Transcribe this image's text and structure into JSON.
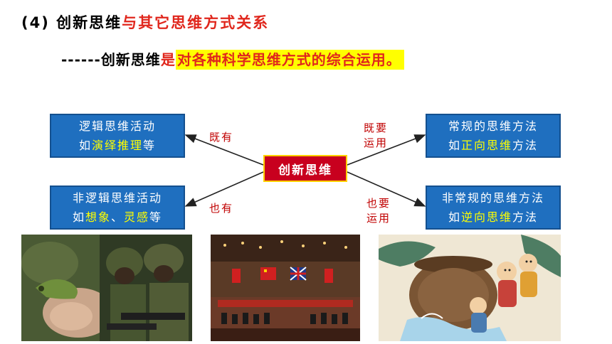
{
  "title": {
    "prefix": "(4) 创新思维",
    "emphasis": "与其它思维方式关系"
  },
  "subtitle": {
    "dashes": "------",
    "subject": "创新思维",
    "verb": "是",
    "highlight": "对各种科学思维方式的综合运用。"
  },
  "center_node": "创新思维",
  "left_top": {
    "line1": "逻辑思维活动",
    "line2_prefix": "如",
    "line2_hl": "演绎推理",
    "line2_suffix": "等"
  },
  "left_bottom": {
    "line1": "非逻辑思维活动",
    "line2_prefix": "如",
    "line2_hl1": "想象",
    "line2_sep": "、",
    "line2_hl2": "灵感",
    "line2_suffix": "等"
  },
  "right_top": {
    "line1": "常规的思维方法",
    "line2_prefix": "如",
    "line2_hl": "正向思维",
    "line2_suffix": "方法"
  },
  "right_bottom": {
    "line1": "非常规的思维方法",
    "line2_prefix": "如",
    "line2_hl": "逆向思维",
    "line2_suffix": "方法"
  },
  "connector_labels": {
    "left_top": "既有",
    "left_bottom": "也有",
    "right_top_line1": "既要",
    "right_top_line2": "运用",
    "right_bottom_line1": "也要",
    "right_bottom_line2": "运用"
  },
  "colors": {
    "box_blue": "#1f6fbf",
    "center_red": "#c8001e",
    "highlight_yellow": "#ffff00",
    "title_red": "#e0261c"
  }
}
